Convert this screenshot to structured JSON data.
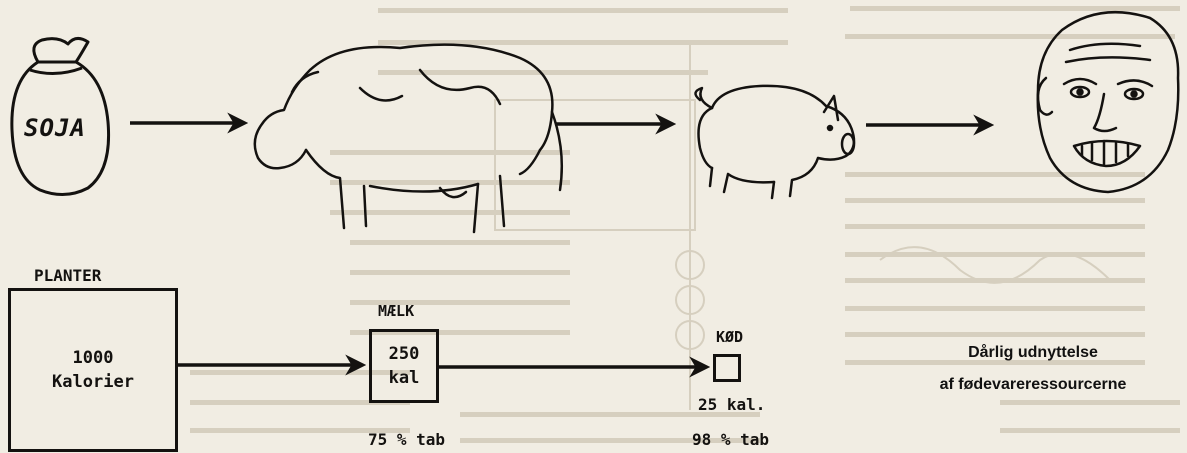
{
  "plants": {
    "heading": "PLANTER",
    "line1": "1000",
    "line2": "Kalorier"
  },
  "sack": {
    "label": "SOJA"
  },
  "milk": {
    "heading": "MÆLK",
    "line1": "250",
    "line2": "kal",
    "loss": "75 % tab"
  },
  "meat": {
    "heading": "KØD",
    "value": "25 kal.",
    "loss": "98 % tab"
  },
  "conclusion": {
    "line1": "Dårlig udnyttelse",
    "line2": "af fødevareressourcerne"
  },
  "icons": [
    "sack-icon",
    "cow-icon",
    "pig-icon",
    "face-icon",
    "arrow-icon"
  ],
  "colors": {
    "ink": "#141210",
    "paper": "#f1ede3",
    "ghost_text": "#c9c2b3"
  }
}
